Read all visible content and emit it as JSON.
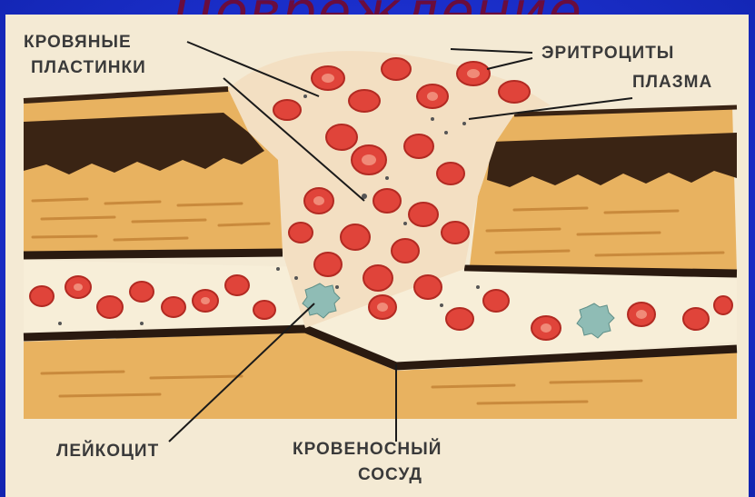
{
  "slide": {
    "title": "Повреждение"
  },
  "labels": {
    "platelets_line1": "КРОВЯНЫЕ",
    "platelets_line2": "ПЛАСТИНКИ",
    "erythrocytes": "ЭРИТРОЦИТЫ",
    "plasma": "ПЛАЗМА",
    "leukocyte": "ЛЕЙКОЦИТ",
    "vessel_line1": "КРОВЕНОСНЫЙ",
    "vessel_line2": "СОСУД"
  },
  "colors": {
    "background": "#1b2fcc",
    "title": "#6a0d3e",
    "tissue": "#e8b260",
    "dark_layer": "#3a2414",
    "red_cell": "#e0443a",
    "leukocyte": "#8fbcb5"
  }
}
